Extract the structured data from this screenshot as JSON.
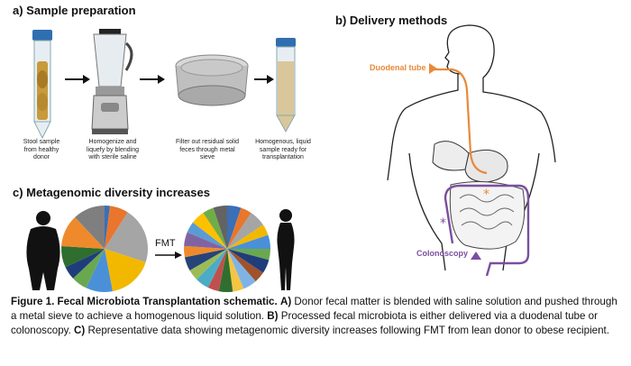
{
  "panel_a": {
    "title": "a) Sample preparation",
    "steps": [
      {
        "caption": "Stool sample from healthy donor"
      },
      {
        "caption": "Homogenize and liquefy by blending with sterile saline"
      },
      {
        "caption": "Filter out residual solid feces through metal sieve"
      },
      {
        "caption": "Homogenous, liquid sample ready for transplantation"
      }
    ]
  },
  "panel_b": {
    "title": "b) Delivery methods",
    "duodenal_label": "Duodenal tube",
    "colonoscopy_label": "Colonoscopy",
    "colors": {
      "duodenal": "#e8893a",
      "colonoscopy": "#7b4fa0"
    }
  },
  "panel_c": {
    "title": "c) Metagenomic diversity increases",
    "arrow_label": "FMT",
    "before_slices": [
      {
        "value": 2,
        "color": "#3b6fb6"
      },
      {
        "value": 7,
        "color": "#e8762d"
      },
      {
        "value": 21,
        "color": "#a5a5a5"
      },
      {
        "value": 17,
        "color": "#f2b800"
      },
      {
        "value": 10,
        "color": "#4a90d9"
      },
      {
        "value": 6,
        "color": "#6aa84f"
      },
      {
        "value": 5,
        "color": "#1f3d7a"
      },
      {
        "value": 8,
        "color": "#2f6e2f"
      },
      {
        "value": 12,
        "color": "#ef8a2c"
      },
      {
        "value": 12,
        "color": "#7f7f7f"
      }
    ],
    "after_slices": [
      {
        "value": 5,
        "color": "#3b6fb6"
      },
      {
        "value": 4,
        "color": "#e8762d"
      },
      {
        "value": 6,
        "color": "#a5a5a5"
      },
      {
        "value": 4,
        "color": "#f2b800"
      },
      {
        "value": 5,
        "color": "#4a90d9"
      },
      {
        "value": 4,
        "color": "#6aa84f"
      },
      {
        "value": 5,
        "color": "#1f3d7a"
      },
      {
        "value": 4,
        "color": "#a0522d"
      },
      {
        "value": 5,
        "color": "#7fb3e6"
      },
      {
        "value": 4,
        "color": "#f4c542"
      },
      {
        "value": 5,
        "color": "#2f6e2f"
      },
      {
        "value": 4,
        "color": "#c0504d"
      },
      {
        "value": 5,
        "color": "#4bacc6"
      },
      {
        "value": 4,
        "color": "#9bbb59"
      },
      {
        "value": 5,
        "color": "#264478"
      },
      {
        "value": 4,
        "color": "#ef8a2c"
      },
      {
        "value": 5,
        "color": "#8064a2"
      },
      {
        "value": 4,
        "color": "#5b9bd5"
      },
      {
        "value": 5,
        "color": "#ffc000"
      },
      {
        "value": 4,
        "color": "#70ad47"
      },
      {
        "value": 5,
        "color": "#636363"
      }
    ]
  },
  "caption": {
    "label": "Figure 1. Fecal Microbiota Transplantation schematic.",
    "a_letter": "A)",
    "a_text": "Donor fecal matter is blended with saline solution and pushed through a metal sieve to achieve a homogenous liquid solution.",
    "b_letter": "B)",
    "b_text": "Processed fecal microbiota is either delivered via a duodenal tube or colonoscopy.",
    "c_letter": "C)",
    "c_text": "Representative data showing metagenomic diversity increases following FMT from lean donor to obese recipient."
  }
}
